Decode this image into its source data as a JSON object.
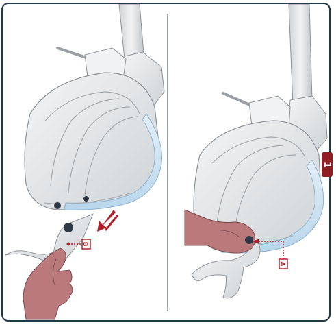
{
  "illustration": {
    "credit_text": "",
    "left_panel_callout": "B",
    "right_panel_callout": "A",
    "section_tab": "1",
    "colors": {
      "frame_border": "#1f3a4a",
      "callout_red": "#b1202a",
      "tab_red": "#8e1e22",
      "shell_grey": "#e6e8ea",
      "glass_blue": "#cfe3f2",
      "skin": "#b9787a"
    },
    "icons": [
      "seat-illustration",
      "hand-icon",
      "arrow-icon",
      "divider-line"
    ]
  }
}
